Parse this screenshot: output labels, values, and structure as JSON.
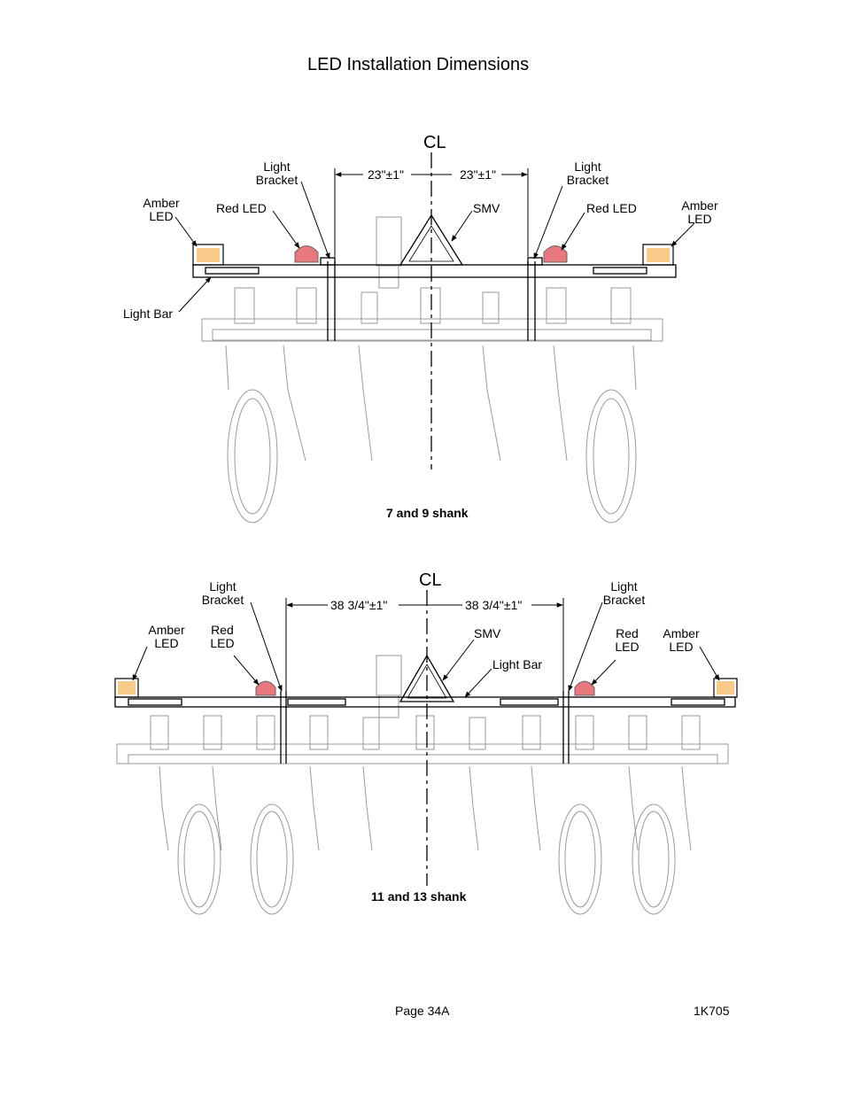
{
  "page": {
    "title": "LED Installation Dimensions",
    "page_number": "Page 34A",
    "doc_id": "1K705"
  },
  "figure1": {
    "caption": "7 and 9 shank",
    "centerline": "CL",
    "dim_left": "23\"±1\"",
    "dim_right": "23\"±1\"",
    "light_bracket_left": "Light Bracket",
    "light_bracket_right": "Light Bracket",
    "amber_led_left": "Amber LED",
    "amber_led_right": "Amber LED",
    "red_led_left": "Red LED",
    "red_led_right": "Red LED",
    "smv": "SMV",
    "light_bar": "Light Bar"
  },
  "figure2": {
    "caption": "11 and 13 shank",
    "centerline": "CL",
    "dim_left": "38 3/4\"±1\"",
    "dim_right": "38 3/4\"±1\"",
    "light_bracket_left": "Light Bracket",
    "light_bracket_right": "Light Bracket",
    "amber_led_left": "Amber LED",
    "amber_led_right": "Amber LED",
    "red_led_left": "Red LED",
    "red_led_right": "Red LED",
    "smv": "SMV",
    "light_bar": "Light Bar"
  },
  "colors": {
    "amber": "#f3a02a",
    "red": "#d8202a",
    "line": "#000000",
    "faint": "#8a8a8a"
  }
}
